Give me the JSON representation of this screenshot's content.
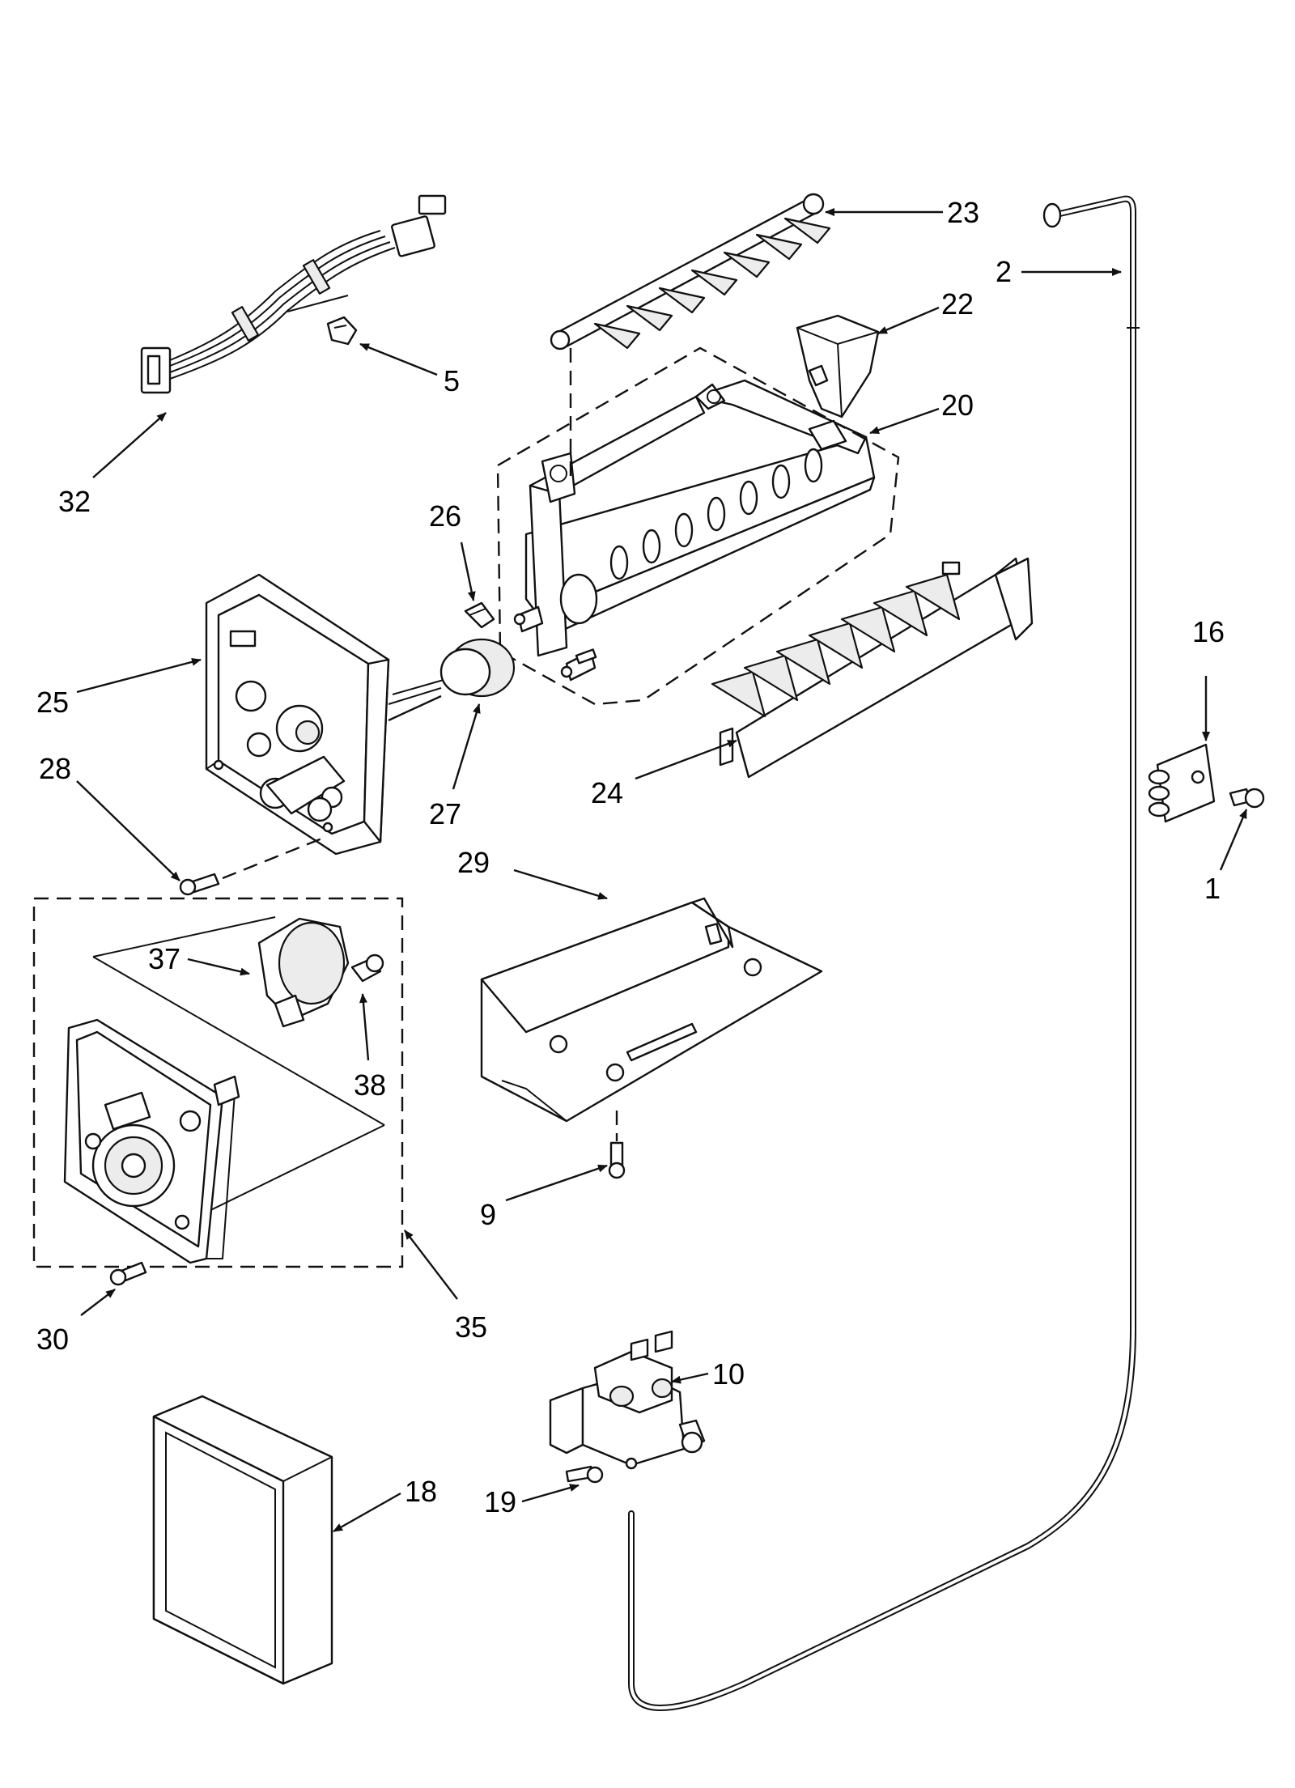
{
  "callouts": {
    "c1": "1",
    "c2": "2",
    "c5": "5",
    "c9": "9",
    "c10": "10",
    "c16": "16",
    "c18": "18",
    "c19": "19",
    "c20": "20",
    "c22": "22",
    "c23": "23",
    "c24": "24",
    "c25": "25",
    "c26": "26",
    "c27": "27",
    "c28": "28",
    "c29": "29",
    "c30": "30",
    "c32": "32",
    "c35": "35",
    "c37": "37",
    "c38": "38"
  },
  "colors": {
    "line": "#111111",
    "background": "#ffffff",
    "shade": "#ececec"
  }
}
